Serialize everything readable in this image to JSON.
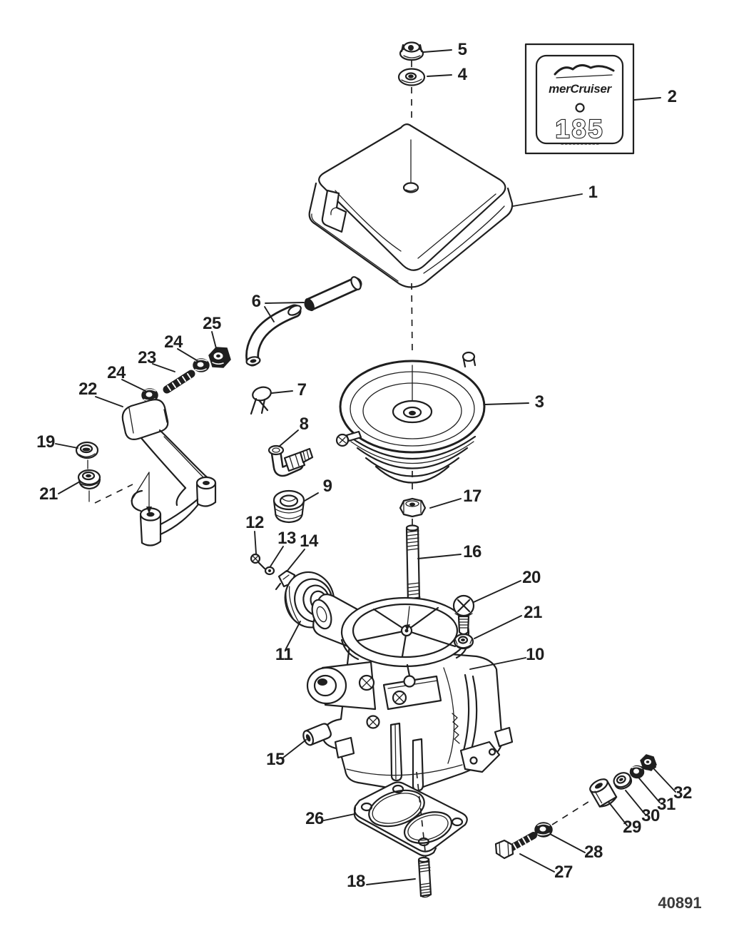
{
  "figure": {
    "drawing_number": "40891"
  },
  "decal": {
    "brand": "merCruiser",
    "model": "185"
  },
  "colors": {
    "ink": "#1f1f1f",
    "paper": "#ffffff",
    "dim": "#3a3a3a"
  },
  "callouts": [
    {
      "num": "5"
    },
    {
      "num": "4"
    },
    {
      "num": "2"
    },
    {
      "num": "1"
    },
    {
      "num": "6"
    },
    {
      "num": "25"
    },
    {
      "num": "24"
    },
    {
      "num": "23"
    },
    {
      "num": "24"
    },
    {
      "num": "22"
    },
    {
      "num": "3"
    },
    {
      "num": "7"
    },
    {
      "num": "19"
    },
    {
      "num": "8"
    },
    {
      "num": "21"
    },
    {
      "num": "9"
    },
    {
      "num": "17"
    },
    {
      "num": "12"
    },
    {
      "num": "13"
    },
    {
      "num": "14"
    },
    {
      "num": "16"
    },
    {
      "num": "20"
    },
    {
      "num": "21"
    },
    {
      "num": "11"
    },
    {
      "num": "10"
    },
    {
      "num": "15"
    },
    {
      "num": "26"
    },
    {
      "num": "29"
    },
    {
      "num": "30"
    },
    {
      "num": "31"
    },
    {
      "num": "32"
    },
    {
      "num": "28"
    },
    {
      "num": "27"
    },
    {
      "num": "18"
    }
  ]
}
